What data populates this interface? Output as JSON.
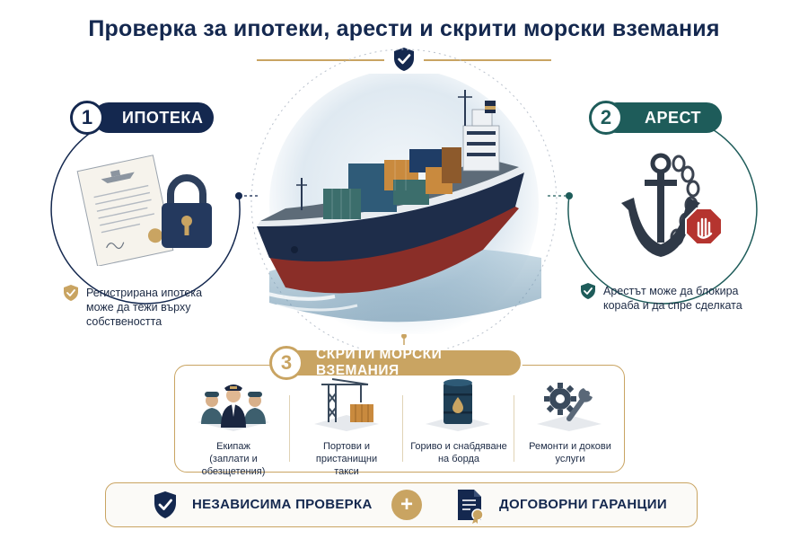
{
  "title": "Проверка за ипотеки, арести и скрити морски вземания",
  "colors": {
    "navy": "#14284f",
    "teal": "#1e5c5a",
    "gold": "#c9a462",
    "red": "#b5342f"
  },
  "sections": {
    "mortgage": {
      "number": "1",
      "label": "ИПОТЕКА",
      "note": [
        "Регистрирана ипотека",
        "може да тежи върху",
        "собствеността"
      ]
    },
    "arrest": {
      "number": "2",
      "label": "АРЕСТ",
      "note": [
        "Арестът може да блокира",
        "кораба и да спре сделката"
      ]
    },
    "claims": {
      "number": "3",
      "label": "СКРИТИ МОРСКИ ВЗЕМАНИЯ",
      "items": [
        {
          "icon": "crew-icon",
          "lines": [
            "Екипаж",
            "(заплати и обезщетения)"
          ]
        },
        {
          "icon": "port-crane-icon",
          "lines": [
            "Портови и пристанищни",
            "такси"
          ]
        },
        {
          "icon": "fuel-barrel-icon",
          "lines": [
            "Гориво и снабдяване",
            "на борда"
          ]
        },
        {
          "icon": "repair-tools-icon",
          "lines": [
            "Ремонти и докови",
            "услуги"
          ]
        }
      ]
    }
  },
  "bottom": {
    "left": "НЕЗАВИСИМА ПРОВЕРКА",
    "plus": "+",
    "right": "ДОГОВОРНИ ГАРАНЦИИ"
  }
}
